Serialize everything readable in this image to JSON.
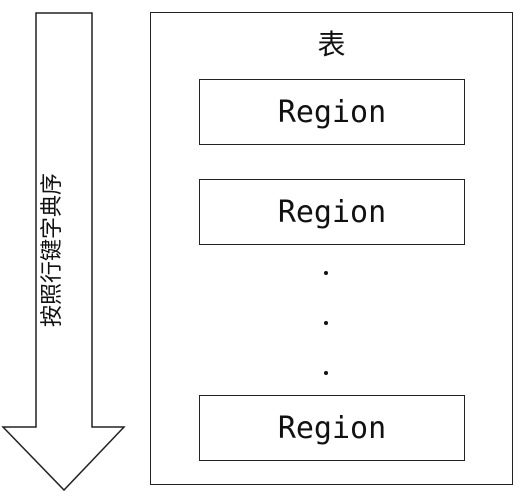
{
  "arrow": {
    "label": "按照行键字典序",
    "direction": "down"
  },
  "table": {
    "title": "表",
    "regions": [
      "Region",
      "Region",
      "Region"
    ],
    "ellipsis": [
      "·",
      "·",
      "·"
    ]
  },
  "colors": {
    "stroke": "#222222",
    "background": "#ffffff"
  }
}
